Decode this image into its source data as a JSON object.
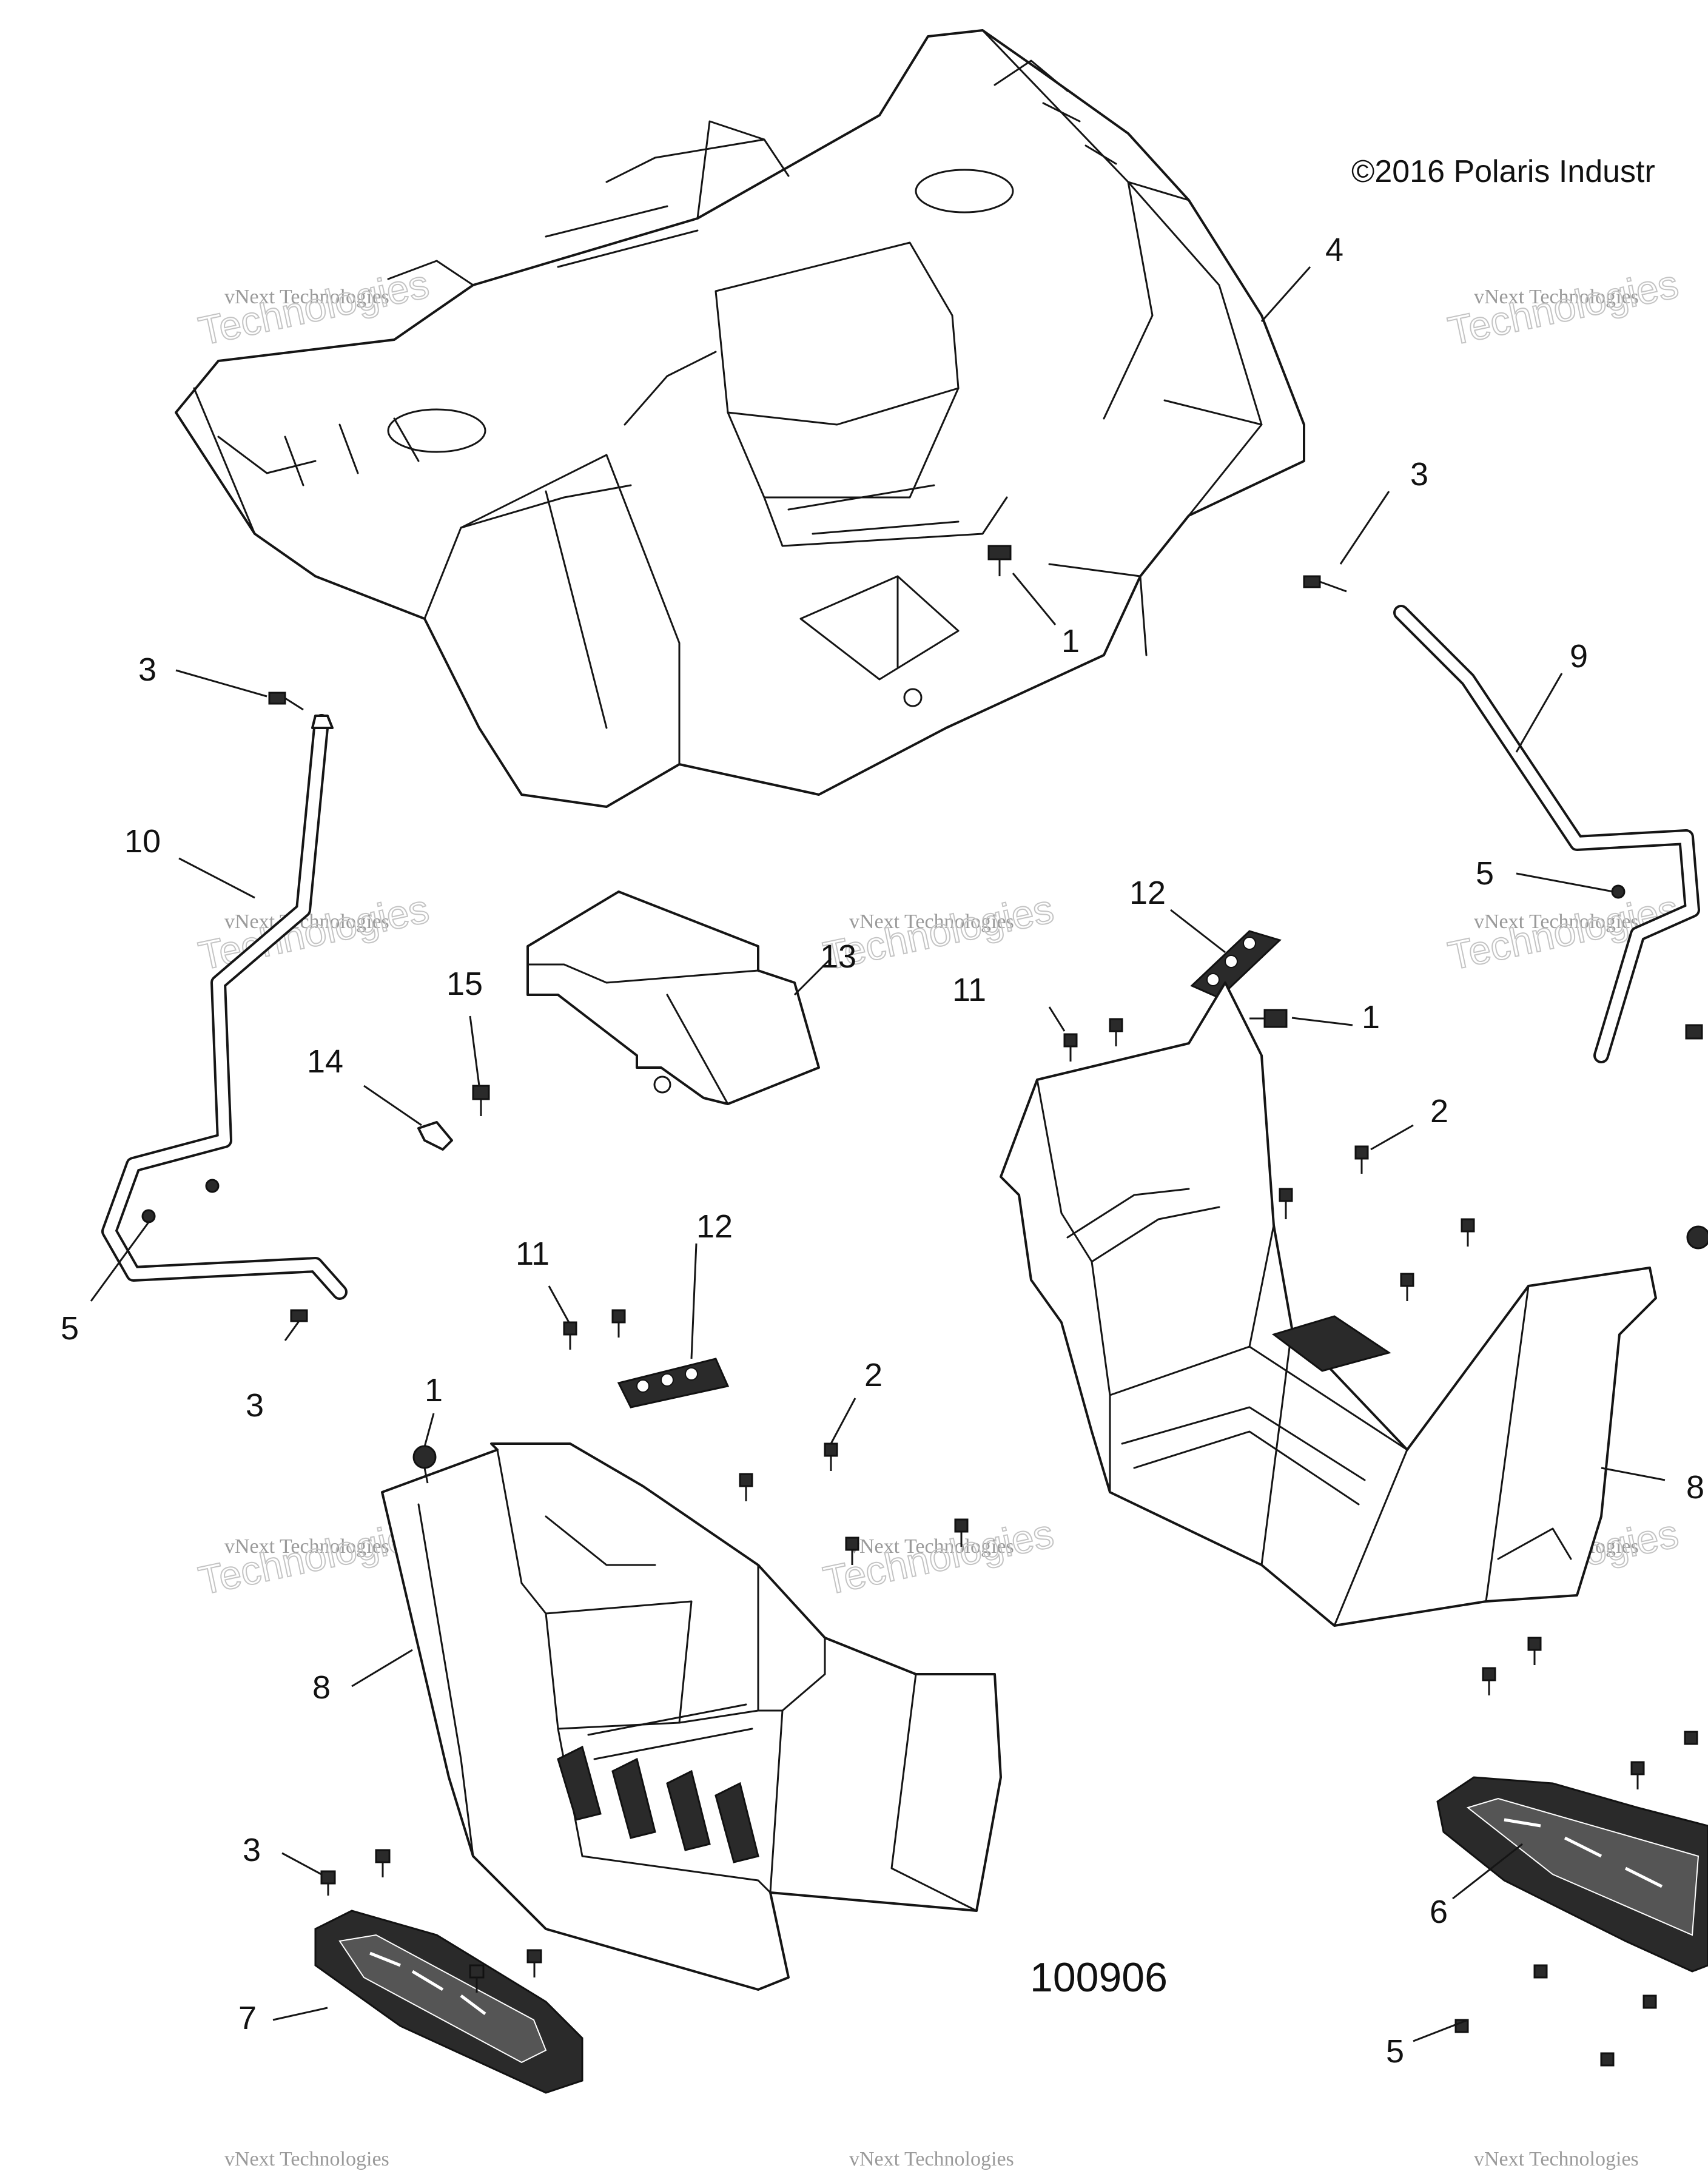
{
  "copyright": "©2016 Polaris Industr",
  "drawing_number": "100906",
  "watermark": {
    "line1": "vNext Technologies",
    "line2": "Technologies"
  },
  "callouts": {
    "c4": "4",
    "c3_top_right": "3",
    "c1_center": "1",
    "c9": "9",
    "c3_left_top": "3",
    "c10": "10",
    "c5_right": "5",
    "c12_right": "12",
    "c13": "13",
    "c11_right": "11",
    "c1_right": "1",
    "c15": "15",
    "c14": "14",
    "c2_right": "2",
    "c5_left": "5",
    "c11_left": "11",
    "c12_left": "12",
    "c3_left_bottom": "3",
    "c1_left": "1",
    "c2_left": "2",
    "c8_right": "8",
    "c8_left": "8",
    "c3_bottom": "3",
    "c6": "6",
    "c7": "7",
    "c5_bottom": "5"
  }
}
